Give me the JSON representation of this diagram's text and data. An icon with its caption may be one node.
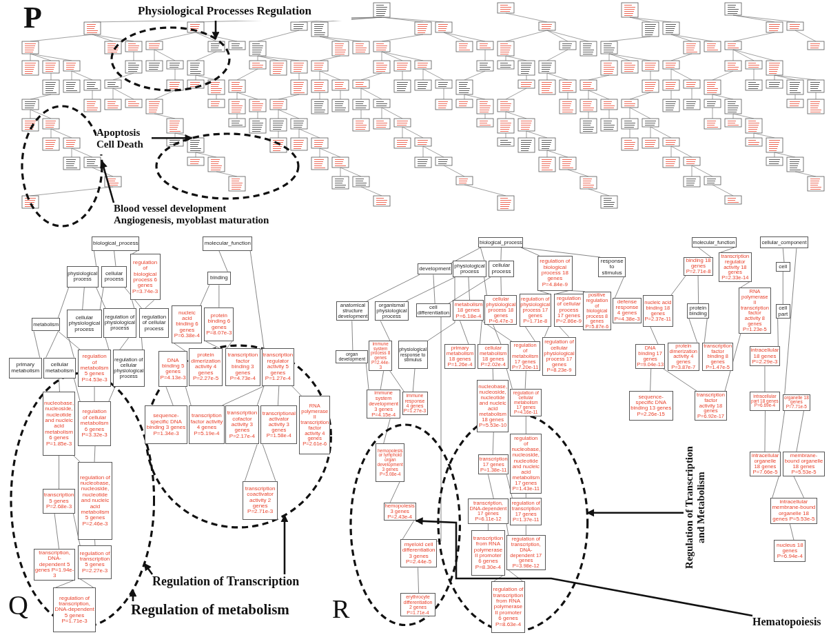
{
  "diagram": {
    "nodes": [
      {
        "text": [
          "Physiological Processes Regulation"
        ]
      },
      {
        "text": [],
        "shape": "ellipse"
      },
      {
        "text": [
          "Apoptosis Cell Death"
        ]
      },
      {
        "text": [],
        "shape": "ellipse"
      },
      {
        "text": [],
        "shape": "ellipse"
      },
      {
        "text": [
          "Blood vessel development Angiogenesis, myoblast maturation"
        ]
      },
      {
        "text": [
          "biological_process"
        ]
      },
      {
        "text": [
          "physiological process"
        ]
      },
      {
        "text": [
          "cellular process"
        ]
      },
      {
        "text": [
          "regulation of biological process 6 genes P=3.74e-3"
        ]
      },
      {
        "text": [
          "metabolism"
        ]
      },
      {
        "text": [
          "cellular physiological process"
        ]
      },
      {
        "text": [
          "regulation of physiological process"
        ]
      },
      {
        "text": [
          "regulation of cellular process"
        ]
      },
      {
        "text": [
          "primary metabolism"
        ]
      },
      {
        "text": [
          "cellular metabolism"
        ]
      },
      {
        "text": [
          "regulation of metabolism 5 genes P=4.53e-3"
        ]
      },
      {
        "text": [
          "regulation of cellular physiological process"
        ]
      },
      {
        "text": [
          "nucleobase, nucleoside, nucleotide and nucleic acid metabolism 6 genes P=1.85e-3"
        ],
        "in": 39
      },
      {
        "text": [
          "regulation of cellular metabolism 6 genes P=3.32e-3"
        ],
        "in": 39
      },
      {
        "text": [
          "regulation of nucleobase, nucleoside, nucleotide and nucleic acid metabolism 5 genes P=2.46e-3"
        ],
        "in": 39
      },
      {
        "text": [
          "transcription 5 genes P=2.68e-3"
        ],
        "in": 39
      },
      {
        "text": [
          "transcription, DNA-dependent 5 genes P=1.94e-3"
        ],
        "in": 39
      },
      {
        "text": [
          "regulation of transcription 5 genes P=2.27e-3"
        ],
        "in": 39
      },
      {
        "text": [
          "regulation of transcription, DNA-dependent 5 genes P=1.71e-3"
        ]
      },
      {
        "text": [
          "molecular_function"
        ]
      },
      {
        "text": [
          "binding"
        ]
      },
      {
        "text": [
          "nucleic acid binding 6 genes P=6.38e-4"
        ]
      },
      {
        "text": [
          "protein binding 6 genes P=8.07e-3"
        ]
      },
      {
        "text": [
          "DNA binding 5 genes P=4.13e-3"
        ]
      },
      {
        "text": [
          "protein dimerization activity 4 genes P=2.27e-5"
        ],
        "in": 40
      },
      {
        "text": [
          "transcription factor binding 3 genes P=4.73e-4"
        ],
        "in": 40
      },
      {
        "text": [
          "transcription regulator activity 5 genes P=1.27e-4"
        ],
        "in": 40
      },
      {
        "text": [
          "sequence-specific DNA binding 3 genes P=1.34e-3"
        ],
        "in": 40
      },
      {
        "text": [
          "transcription factor activity 4 genes P=5.19e-4"
        ],
        "in": 40
      },
      {
        "text": [
          "transcription cofactor activity 3 genes P=2.17e-4"
        ],
        "in": 40
      },
      {
        "text": [
          "transcriptional activator activity 3 genes P=1.58e-4"
        ],
        "in": 40
      },
      {
        "text": [
          "RNA polymerase II transcription factor activity 4 genes P=2.61e-6"
        ],
        "in": 40
      },
      {
        "text": [
          "transcription coactivator activity 2 genes P=2.71e-3"
        ],
        "in": 40
      },
      {
        "text": [],
        "shape": "ellipse"
      },
      {
        "text": [],
        "shape": "ellipse"
      },
      {
        "text": [
          "Regulation of Transcription"
        ]
      },
      {
        "text": [
          "Regulation of metabolism"
        ]
      },
      {
        "text": [
          "biological_process"
        ]
      },
      {
        "text": [
          "development"
        ]
      },
      {
        "text": [
          "physiological process"
        ]
      },
      {
        "text": [
          "cellular process"
        ]
      },
      {
        "text": [
          "regulation of biological process 18 genes P=4.84e-9"
        ]
      },
      {
        "text": [
          "response to stimulus"
        ]
      },
      {
        "text": [
          "anatomical structure development"
        ]
      },
      {
        "text": [
          "organismal physiological process"
        ]
      },
      {
        "text": [
          "cell differentiation"
        ]
      },
      {
        "text": [
          "metabolism 18 genes P=6.18e-4"
        ]
      },
      {
        "text": [
          "cellular physiological process 18 genes P=6.47e-3"
        ]
      },
      {
        "text": [
          "regulation of physiological process 17 genes P=1.71e-8"
        ]
      },
      {
        "text": [
          "regulation of cellular process 17 genes P=2.86e-9"
        ]
      },
      {
        "text": [
          "positive regulation of biological process 8 genes P=5.87e-6"
        ]
      },
      {
        "text": [
          "defense response 4 genes P=4.38e-3"
        ]
      },
      {
        "text": [
          "nucleic acid binding 18 genes P=2.37e-11"
        ]
      },
      {
        "text": [
          "molecular_function"
        ]
      },
      {
        "text": [
          "binding 18 genes P=2.71e-8"
        ]
      },
      {
        "text": [
          "transcription regulator activity 18 genes P=2.33e-14"
        ]
      },
      {
        "text": [
          "protein binding"
        ]
      },
      {
        "text": [
          "RNA polymerase II transcription factor activity 8 genes P=1.23e-5"
        ]
      },
      {
        "text": [
          "cellular_component"
        ]
      },
      {
        "text": [
          "cell"
        ]
      },
      {
        "text": [
          "cell part"
        ]
      },
      {
        "text": [
          "organ development"
        ]
      },
      {
        "text": [
          "immune system process 8 genes P=2.44e-3"
        ]
      },
      {
        "text": [
          "physiological response to stimulus"
        ]
      },
      {
        "text": [
          "primary metabolism 18 genes P=1.26e-4"
        ]
      },
      {
        "text": [
          "cellular metabolism 18 genes P=2.02e-4"
        ]
      },
      {
        "text": [
          "regulation of metabolism 17 genes P=7.20e-11"
        ]
      },
      {
        "text": [
          "regulation of cellular physiological process 17 genes P=8.23e-9"
        ]
      },
      {
        "text": [
          "DNA binding 17 genes P=9.04e-13"
        ]
      },
      {
        "text": [
          "protein dimerization activity 4 genes P=3.87e-7"
        ]
      },
      {
        "text": [
          "transcription factor binding 8 genes P=1.47e-5"
        ]
      },
      {
        "text": [
          "intracellular 18 genes P=2.29e-3"
        ]
      },
      {
        "text": [
          "immune system development 3 genes P=4.15e-4"
        ]
      },
      {
        "text": [
          "immune response 4 genes P=1.27e-3"
        ]
      },
      {
        "text": [
          "nucleobase, nucleoside, nucleotide and nucleic acid metabolism 18 genes P=5.53e-10"
        ]
      },
      {
        "text": [
          "regulation of cellular metabolism 17 genes P=4.16e-11"
        ]
      },
      {
        "text": [
          "sequence-specific DNA binding 13 genes P=2.26e-15"
        ]
      },
      {
        "text": [
          "transcription factor activity 18 genes P=6.92e-17"
        ]
      },
      {
        "text": [
          "intracellular part 18 genes P=6.69e-4"
        ]
      },
      {
        "text": [
          "organelle 18 genes P=7.71e-5"
        ]
      },
      {
        "text": [
          "hemopoiesis or lymphoid organ development 3 genes P=3.08e-4"
        ],
        "in": 101
      },
      {
        "text": [
          "regulation of nucleobase, nucleoside, nucleotide and nucleic acid metabolism 17 genes P=1.43e-11"
        ],
        "in": 102
      },
      {
        "text": [
          "transcription 17 genes P=1.38e-11"
        ],
        "in": 102
      },
      {
        "text": [
          "hemopoiesis 3 genes P=2.43e-4"
        ],
        "in": 101
      },
      {
        "text": [
          "transcription, DNA-dependent 17 genes P=6.11e-12"
        ],
        "in": 102
      },
      {
        "text": [
          "regulation of transcription 17 genes P=1.37e-11"
        ],
        "in": 102
      },
      {
        "text": [
          "intracellular organelle 18 genes P=7.66e-5"
        ]
      },
      {
        "text": [
          "membrane-bound organelle 18 genes P=5.53e-5"
        ]
      },
      {
        "text": [
          "myeloid cell differentiation 3 genes P=2.44e-5"
        ],
        "in": 101
      },
      {
        "text": [
          "transcription from RNA polymerase II promoter 6 genes P=8.30e-4"
        ],
        "in": 102
      },
      {
        "text": [
          "regulation of transcription, DNA-dependent 17 genes P=3.98e-12"
        ],
        "in": 102
      },
      {
        "text": [
          "intracellular membrane-bound organelle 18 genes P=5.53e-5"
        ]
      },
      {
        "text": [
          "nucleus 18 genes P=6.94e-4"
        ]
      },
      {
        "text": [
          "regulation of transcription from RNA polymerase II promoter 6 genes P=8.63e-4"
        ],
        "in": 102
      },
      {
        "text": [
          "erythrocyte differentiation 2 genes P=1.71e-4"
        ],
        "in": 101
      },
      {
        "text": [],
        "shape": "ellipse"
      },
      {
        "text": [],
        "shape": "ellipse"
      },
      {
        "text": [
          "Regulation of Transcription and Metabolism"
        ]
      },
      {
        "text": [
          "Hematopoiesis"
        ]
      }
    ],
    "edges": [
      {
        "from": 0,
        "to": 1,
        "arrow": "to"
      },
      {
        "from": 2,
        "to": 3,
        "arrow": "to"
      },
      {
        "from": 5,
        "to": 4,
        "arrow": "to"
      },
      {
        "from": 6,
        "to": 7,
        "arrow": "none"
      },
      {
        "from": 6,
        "to": 8,
        "arrow": "none"
      },
      {
        "from": 6,
        "to": 9,
        "arrow": "none"
      },
      {
        "from": 7,
        "to": 10,
        "arrow": "none"
      },
      {
        "from": 7,
        "to": 11,
        "arrow": "none"
      },
      {
        "from": 7,
        "to": 12,
        "arrow": "none"
      },
      {
        "from": 8,
        "to": 11,
        "arrow": "none"
      },
      {
        "from": 8,
        "to": 13,
        "arrow": "none"
      },
      {
        "from": 9,
        "to": 12,
        "arrow": "none"
      },
      {
        "from": 9,
        "to": 13,
        "arrow": "none"
      },
      {
        "from": 10,
        "to": 14,
        "arrow": "none"
      },
      {
        "from": 10,
        "to": 15,
        "arrow": "none"
      },
      {
        "from": 10,
        "to": 16,
        "arrow": "none"
      },
      {
        "from": 11,
        "to": 15,
        "arrow": "none"
      },
      {
        "from": 12,
        "to": 16,
        "arrow": "none"
      },
      {
        "from": 12,
        "to": 17,
        "arrow": "none"
      },
      {
        "from": 13,
        "to": 17,
        "arrow": "none"
      },
      {
        "from": 15,
        "to": 18,
        "arrow": "none"
      },
      {
        "from": 15,
        "to": 19,
        "arrow": "none"
      },
      {
        "from": 16,
        "to": 19,
        "arrow": "none"
      },
      {
        "from": 17,
        "to": 19,
        "arrow": "none"
      },
      {
        "from": 18,
        "to": 21,
        "arrow": "none"
      },
      {
        "from": 18,
        "to": 20,
        "arrow": "none"
      },
      {
        "from": 19,
        "to": 20,
        "arrow": "none"
      },
      {
        "from": 20,
        "to": 23,
        "arrow": "none"
      },
      {
        "from": 21,
        "to": 22,
        "arrow": "none"
      },
      {
        "from": 21,
        "to": 23,
        "arrow": "none"
      },
      {
        "from": 22,
        "to": 24,
        "arrow": "none"
      },
      {
        "from": 23,
        "to": 24,
        "arrow": "none"
      },
      {
        "from": 25,
        "to": 26,
        "arrow": "none"
      },
      {
        "from": 25,
        "to": 32,
        "arrow": "none"
      },
      {
        "from": 26,
        "to": 27,
        "arrow": "none"
      },
      {
        "from": 26,
        "to": 28,
        "arrow": "none"
      },
      {
        "from": 27,
        "to": 29,
        "arrow": "none"
      },
      {
        "from": 28,
        "to": 30,
        "arrow": "none"
      },
      {
        "from": 28,
        "to": 31,
        "arrow": "none"
      },
      {
        "from": 29,
        "to": 33,
        "arrow": "none"
      },
      {
        "from": 29,
        "to": 34,
        "arrow": "none"
      },
      {
        "from": 32,
        "to": 34,
        "arrow": "none"
      },
      {
        "from": 32,
        "to": 35,
        "arrow": "none"
      },
      {
        "from": 32,
        "to": 36,
        "arrow": "none"
      },
      {
        "from": 32,
        "to": 37,
        "arrow": "none"
      },
      {
        "from": 35,
        "to": 38,
        "arrow": "none"
      },
      {
        "from": 36,
        "to": 38,
        "arrow": "none"
      },
      {
        "from": 41,
        "to": 39,
        "arrow": "to"
      },
      {
        "from": 41,
        "to": 40,
        "arrow": "to"
      },
      {
        "from": 42,
        "to": 39,
        "arrow": "to"
      },
      {
        "from": 43,
        "to": 44,
        "arrow": "none"
      },
      {
        "from": 43,
        "to": 45,
        "arrow": "none"
      },
      {
        "from": 43,
        "to": 46,
        "arrow": "none"
      },
      {
        "from": 43,
        "to": 47,
        "arrow": "none"
      },
      {
        "from": 43,
        "to": 48,
        "arrow": "none"
      },
      {
        "from": 44,
        "to": 49,
        "arrow": "none"
      },
      {
        "from": 44,
        "to": 51,
        "arrow": "none"
      },
      {
        "from": 45,
        "to": 50,
        "arrow": "none"
      },
      {
        "from": 45,
        "to": 52,
        "arrow": "none"
      },
      {
        "from": 45,
        "to": 53,
        "arrow": "none"
      },
      {
        "from": 46,
        "to": 53,
        "arrow": "none"
      },
      {
        "from": 46,
        "to": 51,
        "arrow": "none"
      },
      {
        "from": 47,
        "to": 54,
        "arrow": "none"
      },
      {
        "from": 47,
        "to": 55,
        "arrow": "none"
      },
      {
        "from": 47,
        "to": 56,
        "arrow": "none"
      },
      {
        "from": 48,
        "to": 57,
        "arrow": "none"
      },
      {
        "from": 49,
        "to": 67,
        "arrow": "none"
      },
      {
        "from": 50,
        "to": 68,
        "arrow": "none"
      },
      {
        "from": 45,
        "to": 69,
        "arrow": "none"
      },
      {
        "from": 52,
        "to": 70,
        "arrow": "none"
      },
      {
        "from": 52,
        "to": 71,
        "arrow": "none"
      },
      {
        "from": 53,
        "to": 71,
        "arrow": "none"
      },
      {
        "from": 52,
        "to": 72,
        "arrow": "none"
      },
      {
        "from": 54,
        "to": 72,
        "arrow": "none"
      },
      {
        "from": 54,
        "to": 73,
        "arrow": "none"
      },
      {
        "from": 55,
        "to": 73,
        "arrow": "none"
      },
      {
        "from": 67,
        "to": 78,
        "arrow": "none"
      },
      {
        "from": 68,
        "to": 78,
        "arrow": "none"
      },
      {
        "from": 68,
        "to": 79,
        "arrow": "none"
      },
      {
        "from": 69,
        "to": 79,
        "arrow": "none"
      },
      {
        "from": 78,
        "to": 86,
        "arrow": "none"
      },
      {
        "from": 86,
        "to": 89,
        "arrow": "none"
      },
      {
        "from": 89,
        "to": 94,
        "arrow": "none"
      },
      {
        "from": 51,
        "to": 94,
        "arrow": "none"
      },
      {
        "from": 94,
        "to": 100,
        "arrow": "none"
      },
      {
        "from": 71,
        "to": 80,
        "arrow": "none"
      },
      {
        "from": 71,
        "to": 81,
        "arrow": "none"
      },
      {
        "from": 72,
        "to": 81,
        "arrow": "none"
      },
      {
        "from": 80,
        "to": 88,
        "arrow": "none"
      },
      {
        "from": 81,
        "to": 87,
        "arrow": "none"
      },
      {
        "from": 87,
        "to": 91,
        "arrow": "none"
      },
      {
        "from": 88,
        "to": 90,
        "arrow": "none"
      },
      {
        "from": 88,
        "to": 91,
        "arrow": "none"
      },
      {
        "from": 90,
        "to": 95,
        "arrow": "none"
      },
      {
        "from": 90,
        "to": 96,
        "arrow": "none"
      },
      {
        "from": 91,
        "to": 96,
        "arrow": "none"
      },
      {
        "from": 95,
        "to": 99,
        "arrow": "none"
      },
      {
        "from": 96,
        "to": 99,
        "arrow": "none"
      },
      {
        "from": 59,
        "to": 60,
        "arrow": "none"
      },
      {
        "from": 59,
        "to": 61,
        "arrow": "none"
      },
      {
        "from": 60,
        "to": 58,
        "arrow": "none"
      },
      {
        "from": 60,
        "to": 62,
        "arrow": "none"
      },
      {
        "from": 61,
        "to": 63,
        "arrow": "none"
      },
      {
        "from": 58,
        "to": 74,
        "arrow": "none"
      },
      {
        "from": 62,
        "to": 75,
        "arrow": "none"
      },
      {
        "from": 62,
        "to": 76,
        "arrow": "none"
      },
      {
        "from": 74,
        "to": 82,
        "arrow": "none"
      },
      {
        "from": 74,
        "to": 83,
        "arrow": "none"
      },
      {
        "from": 63,
        "to": 83,
        "arrow": "none"
      },
      {
        "from": 64,
        "to": 65,
        "arrow": "none"
      },
      {
        "from": 64,
        "to": 85,
        "arrow": "none"
      },
      {
        "from": 65,
        "to": 66,
        "arrow": "none"
      },
      {
        "from": 66,
        "to": 77,
        "arrow": "none"
      },
      {
        "from": 77,
        "to": 84,
        "arrow": "none"
      },
      {
        "from": 84,
        "to": 92,
        "arrow": "none"
      },
      {
        "from": 85,
        "to": 92,
        "arrow": "none"
      },
      {
        "from": 85,
        "to": 93,
        "arrow": "none"
      },
      {
        "from": 92,
        "to": 97,
        "arrow": "none"
      },
      {
        "from": 93,
        "to": 97,
        "arrow": "none"
      },
      {
        "from": 97,
        "to": 98,
        "arrow": "none"
      },
      {
        "from": 103,
        "to": 102,
        "arrow": "to"
      },
      {
        "from": 104,
        "to": 89,
        "arrow": "to"
      }
    ],
    "labels": [
      "P",
      "Q",
      "R"
    ]
  }
}
